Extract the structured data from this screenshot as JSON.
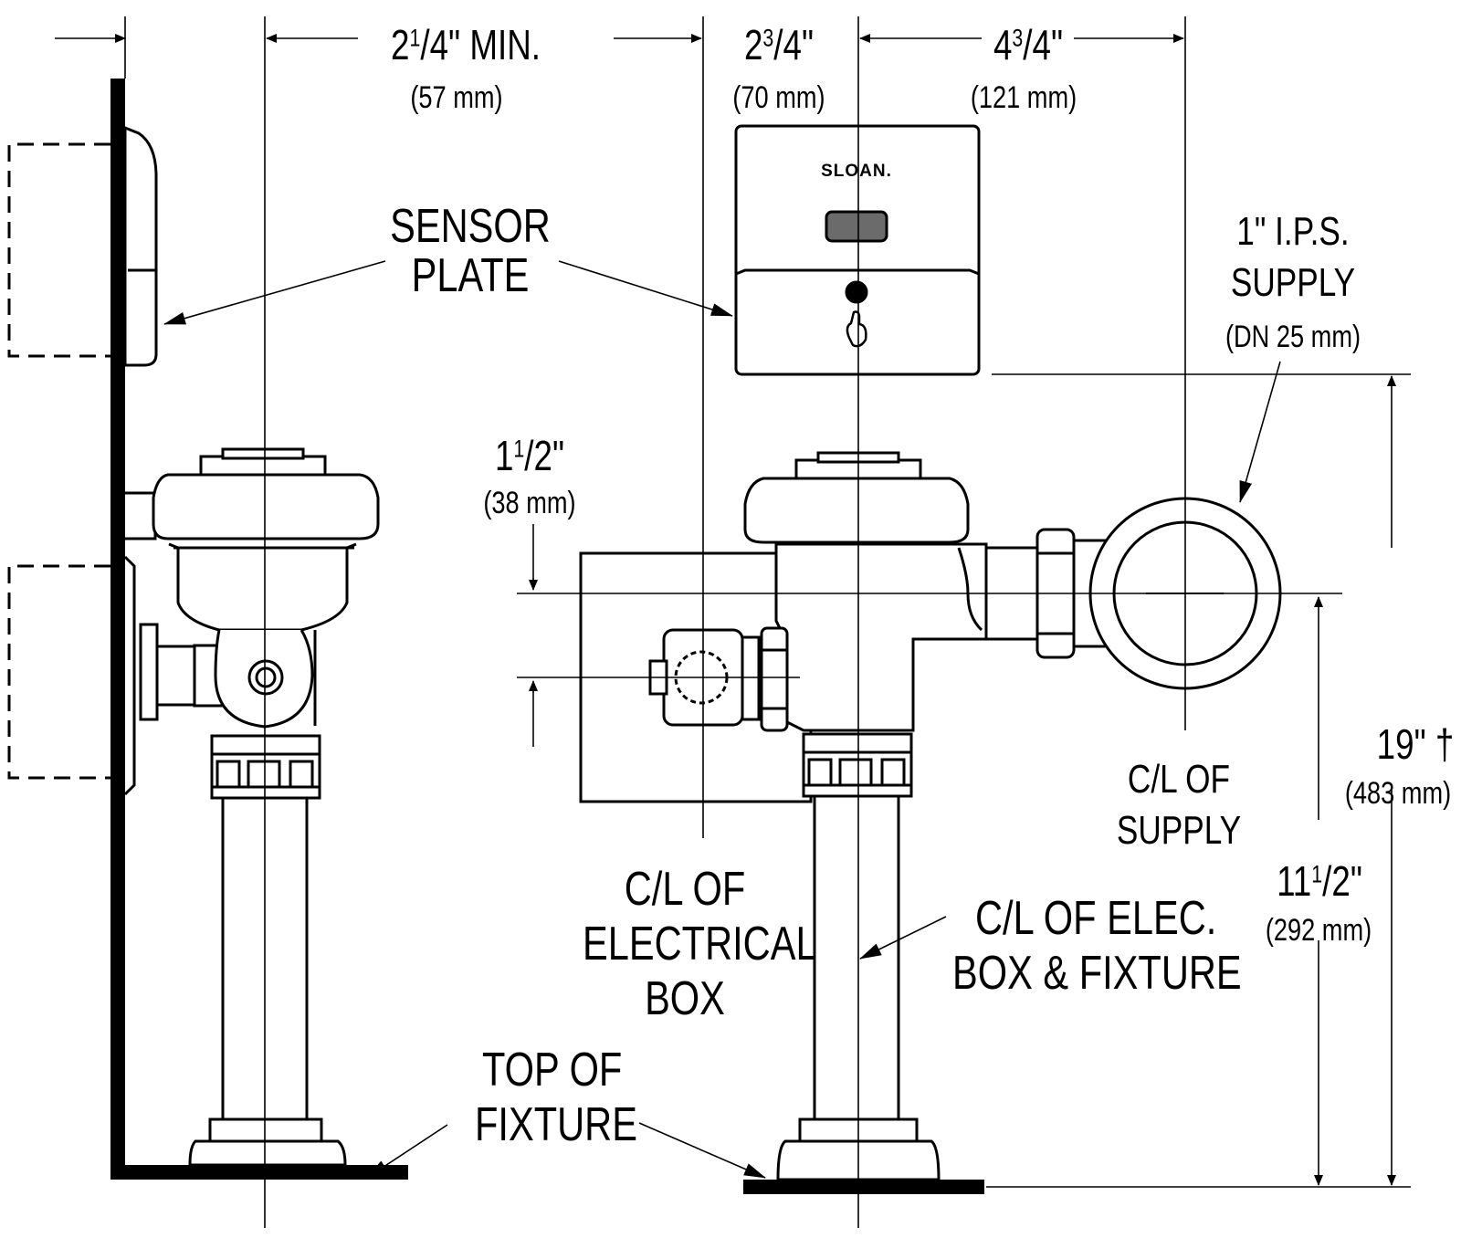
{
  "dimensions": {
    "wall_offset": {
      "whole": "2",
      "num": "1",
      "den": "4\" MIN.",
      "metric": "(57 mm)"
    },
    "valve_offset": {
      "whole": "2",
      "num": "3",
      "den": "4\"",
      "metric": "(70 mm)"
    },
    "supply_offset": {
      "whole": "4",
      "num": "3",
      "den": "4\"",
      "metric": "(121 mm)"
    },
    "vertical_offset": {
      "whole": "1",
      "num": "1",
      "den": "2\"",
      "metric": "(38 mm)"
    },
    "supply_height": {
      "whole": "11",
      "num": "1",
      "den": "2\"",
      "metric": "(292 mm)"
    },
    "total_height": {
      "value": "19\" †",
      "metric": "(483 mm)"
    }
  },
  "labels": {
    "sensor_plate_1": "SENSOR",
    "sensor_plate_2": "PLATE",
    "supply_1": "1\" I.P.S.",
    "supply_2": "SUPPLY",
    "supply_3": "(DN 25 mm)",
    "cl_supply_1": "C/L OF",
    "cl_supply_2": "SUPPLY",
    "cl_elec_1": "C/L OF",
    "cl_elec_2": "ELECTRICAL",
    "cl_elec_3": "BOX",
    "cl_box_fixture_1": "C/L OF ELEC.",
    "cl_box_fixture_2": "BOX & FIXTURE",
    "top_fixture_1": "TOP OF",
    "top_fixture_2": "FIXTURE",
    "brand": "SLOAN."
  },
  "colors": {
    "ink": "#000000",
    "paper": "#ffffff",
    "sensor_window": "#6b6b6b"
  }
}
